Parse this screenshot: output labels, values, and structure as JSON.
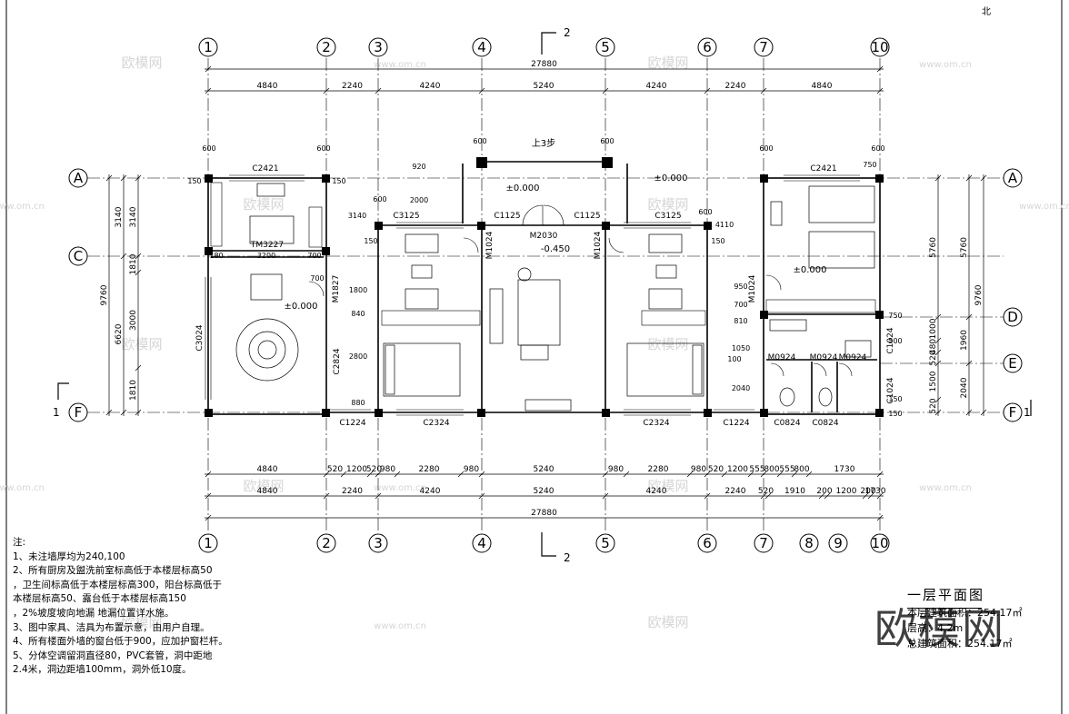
{
  "drawing": {
    "title": "一层平面图",
    "north_label": "北",
    "section_mark": "2",
    "side_section_mark": "1",
    "watermark_text": "欧模网",
    "watermark_url": "www.om.cn",
    "logo_text": "欧模网",
    "elevation_labels": [
      "±0.000",
      "±0.000",
      "±0.000",
      "±0.000",
      "-0.450",
      "上3步"
    ]
  },
  "axes": {
    "top": [
      "1",
      "2",
      "3",
      "4",
      "5",
      "6",
      "7",
      "10"
    ],
    "bottom": [
      "1",
      "2",
      "3",
      "4",
      "5",
      "6",
      "7",
      "8",
      "9",
      "10"
    ],
    "left": [
      "A",
      "C",
      "F"
    ],
    "right": [
      "A",
      "D",
      "E",
      "F"
    ]
  },
  "dimensions": {
    "top_overall": "27880",
    "top_row": [
      "4840",
      "2240",
      "4240",
      "5240",
      "4240",
      "2240",
      "4840"
    ],
    "bottom_row1": [
      "4840",
      "520",
      "1200",
      "520",
      "980",
      "2280",
      "980",
      "5240",
      "980",
      "2280",
      "980",
      "520",
      "1200",
      "555",
      "800",
      "555",
      "800",
      "1730"
    ],
    "bottom_row2": [
      "4840",
      "2240",
      "4240",
      "5240",
      "4240",
      "2240",
      "520",
      "1910",
      "200",
      "1200",
      "200",
      "1730"
    ],
    "bottom_overall": "27880",
    "left_outer": "9760",
    "left_mid": [
      "3140",
      "6620"
    ],
    "left_inner": [
      "3140",
      "1810",
      "3000",
      "1810"
    ],
    "right_outer": "9760",
    "right_mid": [
      "5760",
      "1960",
      "2040"
    ],
    "right_inner": [
      "5760",
      "1000",
      "480",
      "520",
      "1500",
      "520"
    ],
    "small": [
      "600",
      "600",
      "600",
      "600",
      "600",
      "600",
      "600",
      "600",
      "150",
      "150",
      "920",
      "2000",
      "3140",
      "4110",
      "150",
      "150",
      "180",
      "700",
      "700",
      "3200",
      "1800",
      "840",
      "2800",
      "880",
      "100",
      "2040",
      "1050",
      "810",
      "700",
      "950",
      "750",
      "750",
      "500",
      "150",
      "150"
    ]
  },
  "components": {
    "windows": [
      "C2421",
      "C3125",
      "C1125",
      "C1125",
      "C3125",
      "C2421",
      "C3024",
      "C2824",
      "C1224",
      "C2324",
      "C2324",
      "C1224",
      "C0824",
      "C0824",
      "C1024",
      "C1024"
    ],
    "doors": [
      "M2030",
      "M1024",
      "M1024",
      "M1827",
      "M1024",
      "M0924",
      "M0924",
      "M0924",
      "TM3227"
    ]
  },
  "notes": [
    "注:",
    "1、未注墙厚均为240,100",
    "2、所有厨房及盥洗前室标高低于本楼层标高50",
    "，卫生间标高低于本楼层标高300，阳台标高低于",
    "本楼层标高50、露台低于本楼层标高150",
    "，2%坡度坡向地漏 地漏位置详水施。",
    "3、图中家具、洁具为布置示意，由用户自理。",
    "4、所有楼面外墙的窗台低于900，应加护窗栏杆。",
    "5、分体空调留洞直径80，PVC套管，洞中距地",
    "2.4米，洞边距墙100mm，洞外低10度。"
  ],
  "title_block": {
    "title": "一层平面图",
    "floor_area": "本层建筑面积：254.17㎡",
    "floor_height": "层高：4.2m",
    "total_area": "总建筑面积：254.17㎡"
  }
}
